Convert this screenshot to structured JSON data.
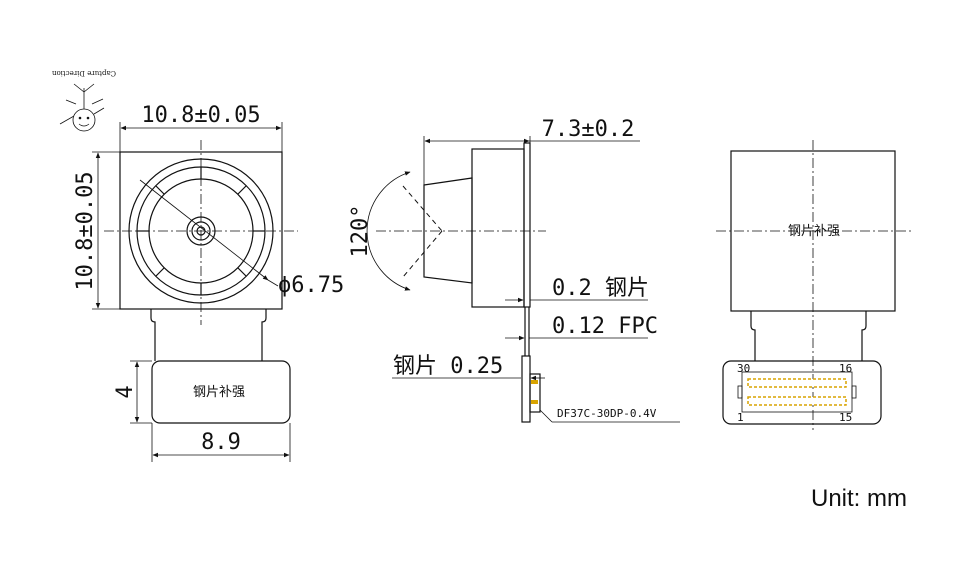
{
  "capture_direction": "Capture Direction",
  "front_view": {
    "width_dim": "10.8±0.05",
    "height_dim": "10.8±0.05",
    "lens_dia": "ϕ6.75",
    "stiffener_h": "4",
    "stiffener_w": "8.9",
    "stiffener_label": "钢片补强"
  },
  "side_view": {
    "depth_dim": "7.3±0.2",
    "fov": "120°",
    "steel_02": "0.2 钢片",
    "fpc": "0.12 FPC",
    "steel_025": "钢片 0.25",
    "connector": "DF37C-30DP-0.4V"
  },
  "back_view": {
    "stiffener_label": "钢片补强",
    "pin_30": "30",
    "pin_16": "16",
    "pin_1": "1",
    "pin_15": "15"
  },
  "unit": "Unit:  mm",
  "colors": {
    "line": "#111111",
    "connector": "#d9a400"
  }
}
